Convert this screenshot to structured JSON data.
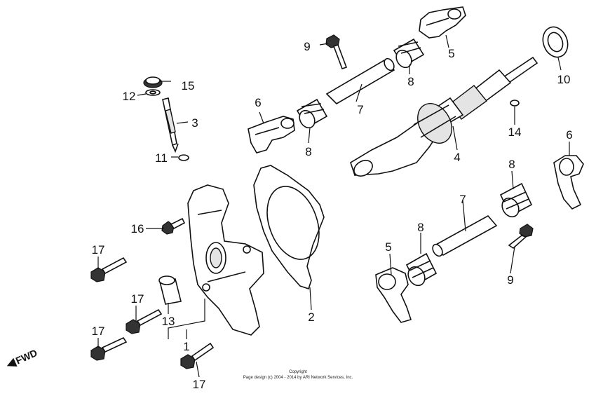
{
  "diagram": {
    "labels": {
      "l1": "1",
      "l2": "2",
      "l3": "3",
      "l4": "4",
      "l5a": "5",
      "l5b": "5",
      "l6a": "6",
      "l6b": "6",
      "l7a": "7",
      "l7b": "7",
      "l8a": "8",
      "l8b": "8",
      "l8c": "8",
      "l8d": "8",
      "l9a": "9",
      "l9b": "9",
      "l10": "10",
      "l11": "11",
      "l12": "12",
      "l13": "13",
      "l14": "14",
      "l15": "15",
      "l16": "16",
      "l17a": "17",
      "l17b": "17",
      "l17c": "17",
      "l17d": "17"
    },
    "fwd_indicator": "FWD",
    "copyright_line1": "Copyright",
    "copyright_line2": "Page design (c) 2004 - 2014 by ARI Network Services, Inc."
  }
}
